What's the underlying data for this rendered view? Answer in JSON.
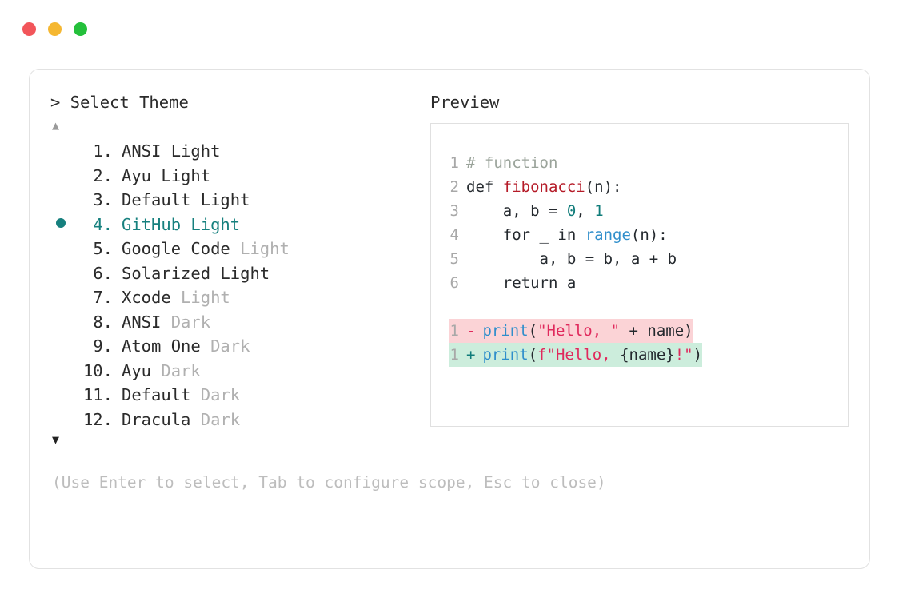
{
  "window": {
    "traffic_lights": [
      {
        "name": "close",
        "color": "#f2555a"
      },
      {
        "name": "minimize",
        "color": "#f5b731"
      },
      {
        "name": "maximize",
        "color": "#24c03b"
      }
    ]
  },
  "prompt": {
    "caret": ">",
    "title": "Select Theme",
    "scroll_up": "▲",
    "scroll_down": "▼"
  },
  "themes": {
    "selected_index": 4,
    "selected_marker": "●",
    "items": [
      {
        "index": "1.",
        "name": "ANSI Light",
        "variant": ""
      },
      {
        "index": "2.",
        "name": "Ayu Light",
        "variant": ""
      },
      {
        "index": "3.",
        "name": "Default Light",
        "variant": ""
      },
      {
        "index": "4.",
        "name": "GitHub Light",
        "variant": ""
      },
      {
        "index": "5.",
        "name": "Google Code",
        "variant": "Light"
      },
      {
        "index": "6.",
        "name": "Solarized Light",
        "variant": ""
      },
      {
        "index": "7.",
        "name": "Xcode",
        "variant": "Light"
      },
      {
        "index": "8.",
        "name": "ANSI",
        "variant": "Dark"
      },
      {
        "index": "9.",
        "name": "Atom One",
        "variant": "Dark"
      },
      {
        "index": "10.",
        "name": "Ayu",
        "variant": "Dark"
      },
      {
        "index": "11.",
        "name": "Default",
        "variant": "Dark"
      },
      {
        "index": "12.",
        "name": "Dracula",
        "variant": "Dark"
      }
    ]
  },
  "preview": {
    "label": "Preview",
    "code_lines": [
      {
        "n": "1",
        "tokens": [
          {
            "t": "# function",
            "c": "comment"
          }
        ]
      },
      {
        "n": "2",
        "tokens": [
          {
            "t": "def ",
            "c": "plain"
          },
          {
            "t": "fibonacci",
            "c": "func"
          },
          {
            "t": "(n):",
            "c": "punc"
          }
        ]
      },
      {
        "n": "3",
        "tokens": [
          {
            "t": "    a, b = ",
            "c": "plain"
          },
          {
            "t": "0",
            "c": "num"
          },
          {
            "t": ", ",
            "c": "plain"
          },
          {
            "t": "1",
            "c": "num"
          }
        ]
      },
      {
        "n": "4",
        "tokens": [
          {
            "t": "    for _ in ",
            "c": "plain"
          },
          {
            "t": "range",
            "c": "builtin"
          },
          {
            "t": "(n):",
            "c": "punc"
          }
        ]
      },
      {
        "n": "5",
        "tokens": [
          {
            "t": "        a, b = b, a + b",
            "c": "plain"
          }
        ]
      },
      {
        "n": "6",
        "tokens": [
          {
            "t": "    return a",
            "c": "plain"
          }
        ]
      }
    ],
    "diff_lines": [
      {
        "n": "1",
        "kind": "del",
        "marker": "-",
        "tokens": [
          {
            "t": "print",
            "c": "builtin"
          },
          {
            "t": "(",
            "c": "punc"
          },
          {
            "t": "\"Hello, \"",
            "c": "str"
          },
          {
            "t": " + name)",
            "c": "plain"
          }
        ]
      },
      {
        "n": "1",
        "kind": "add",
        "marker": "+",
        "tokens": [
          {
            "t": "print",
            "c": "builtin"
          },
          {
            "t": "(",
            "c": "punc"
          },
          {
            "t": "f\"Hello, ",
            "c": "str"
          },
          {
            "t": "{name}",
            "c": "plain"
          },
          {
            "t": "!\"",
            "c": "str"
          },
          {
            "t": ")",
            "c": "punc"
          }
        ]
      }
    ]
  },
  "hint": "(Use Enter to select, Tab to configure scope, Esc to close)"
}
